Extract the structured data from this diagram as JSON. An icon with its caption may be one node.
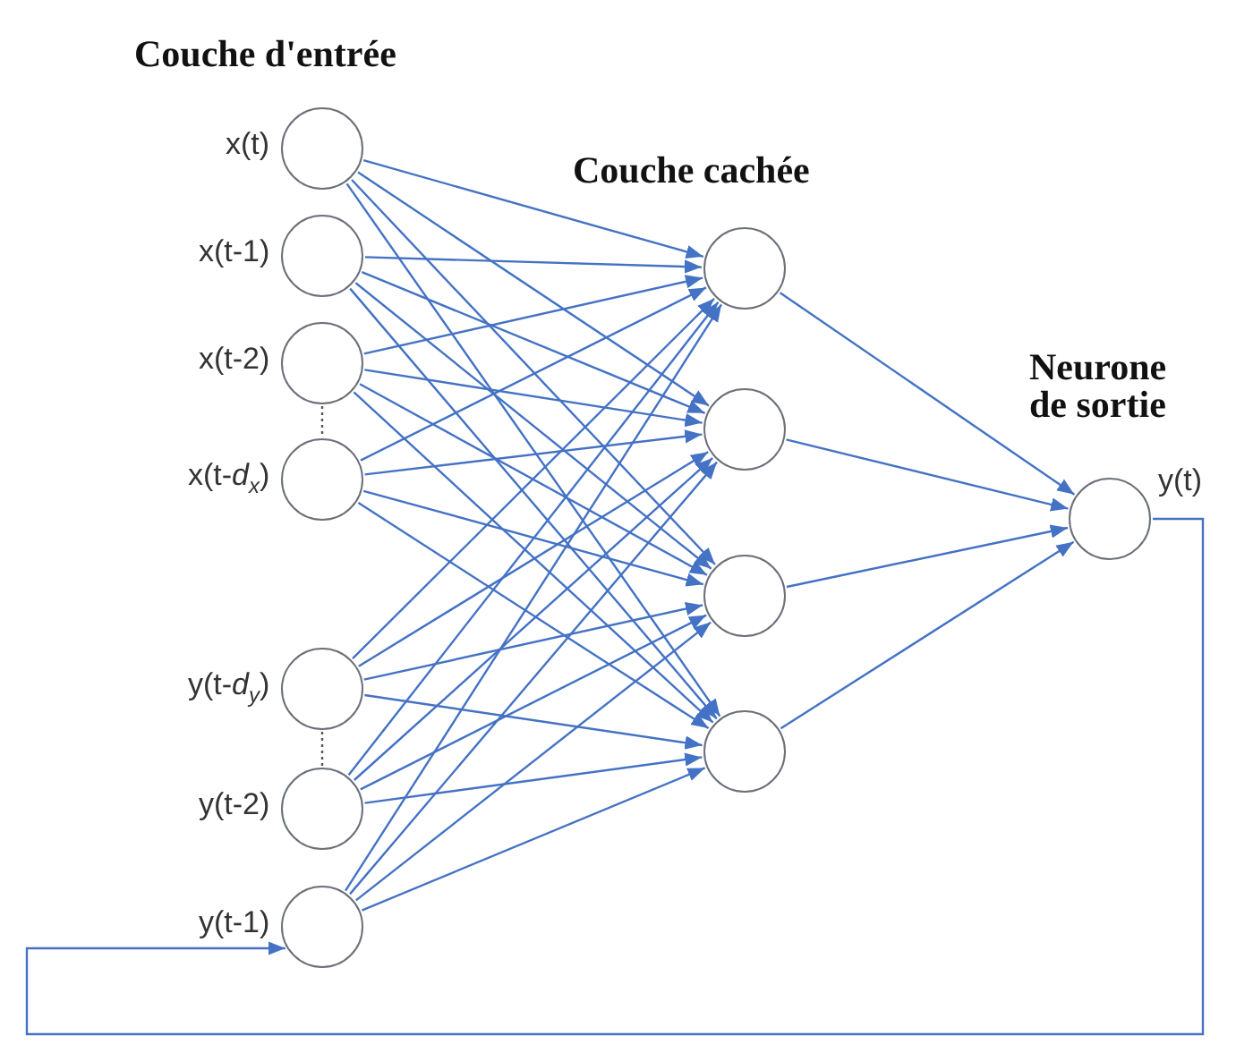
{
  "diagram": {
    "nodes": [
      {
        "text": [],
        "shape": "circle",
        "beside": [
          "x(t)"
        ]
      },
      {
        "text": [],
        "shape": "circle",
        "beside": [
          "x(t-1)"
        ]
      },
      {
        "text": [],
        "shape": "circle",
        "beside": [
          "x(t-2)"
        ]
      },
      {
        "text": [],
        "shape": "circle",
        "beside": [
          "x(t-*d*$_{x}$)"
        ]
      },
      {
        "text": [],
        "shape": "circle",
        "beside": [
          "y(t-*d*$_{y}$)"
        ]
      },
      {
        "text": [],
        "shape": "circle",
        "beside": [
          "y(t-2)"
        ]
      },
      {
        "text": [],
        "shape": "circle",
        "beside": [
          "y(t-1)"
        ]
      },
      {
        "text": [],
        "shape": "circle"
      },
      {
        "text": [],
        "shape": "circle"
      },
      {
        "text": [],
        "shape": "circle"
      },
      {
        "text": [],
        "shape": "circle"
      },
      {
        "text": [],
        "shape": "circle",
        "beside": [
          "y(t)"
        ]
      }
    ],
    "edges": [
      {
        "from": 0,
        "to": 7,
        "arrow": "to"
      },
      {
        "from": 0,
        "to": 8,
        "arrow": "to"
      },
      {
        "from": 0,
        "to": 9,
        "arrow": "to"
      },
      {
        "from": 0,
        "to": 10,
        "arrow": "to"
      },
      {
        "from": 1,
        "to": 7,
        "arrow": "to"
      },
      {
        "from": 1,
        "to": 8,
        "arrow": "to"
      },
      {
        "from": 1,
        "to": 9,
        "arrow": "to"
      },
      {
        "from": 1,
        "to": 10,
        "arrow": "to"
      },
      {
        "from": 2,
        "to": 7,
        "arrow": "to"
      },
      {
        "from": 2,
        "to": 8,
        "arrow": "to"
      },
      {
        "from": 2,
        "to": 9,
        "arrow": "to"
      },
      {
        "from": 2,
        "to": 10,
        "arrow": "to"
      },
      {
        "from": 3,
        "to": 7,
        "arrow": "to"
      },
      {
        "from": 3,
        "to": 8,
        "arrow": "to"
      },
      {
        "from": 3,
        "to": 9,
        "arrow": "to"
      },
      {
        "from": 3,
        "to": 10,
        "arrow": "to"
      },
      {
        "from": 4,
        "to": 7,
        "arrow": "to"
      },
      {
        "from": 4,
        "to": 8,
        "arrow": "to"
      },
      {
        "from": 4,
        "to": 9,
        "arrow": "to"
      },
      {
        "from": 4,
        "to": 10,
        "arrow": "to"
      },
      {
        "from": 5,
        "to": 7,
        "arrow": "to"
      },
      {
        "from": 5,
        "to": 8,
        "arrow": "to"
      },
      {
        "from": 5,
        "to": 9,
        "arrow": "to"
      },
      {
        "from": 5,
        "to": 10,
        "arrow": "to"
      },
      {
        "from": 6,
        "to": 7,
        "arrow": "to"
      },
      {
        "from": 6,
        "to": 8,
        "arrow": "to"
      },
      {
        "from": 6,
        "to": 9,
        "arrow": "to"
      },
      {
        "from": 6,
        "to": 10,
        "arrow": "to"
      },
      {
        "from": 7,
        "to": 11,
        "arrow": "to"
      },
      {
        "from": 8,
        "to": 11,
        "arrow": "to"
      },
      {
        "from": 9,
        "to": 11,
        "arrow": "to"
      },
      {
        "from": 10,
        "to": 11,
        "arrow": "to"
      },
      {
        "from": 11,
        "to": 6,
        "arrow": "to"
      },
      {
        "from": 2,
        "to": 3,
        "arrow": "none",
        "style": "dashed",
        "color": "#555555"
      },
      {
        "from": 4,
        "to": 5,
        "arrow": "none",
        "style": "dashed",
        "color": "#555555"
      }
    ],
    "labels": [
      "Couche d'entrée",
      "Couche cachée",
      "Neurone de sortie"
    ]
  }
}
